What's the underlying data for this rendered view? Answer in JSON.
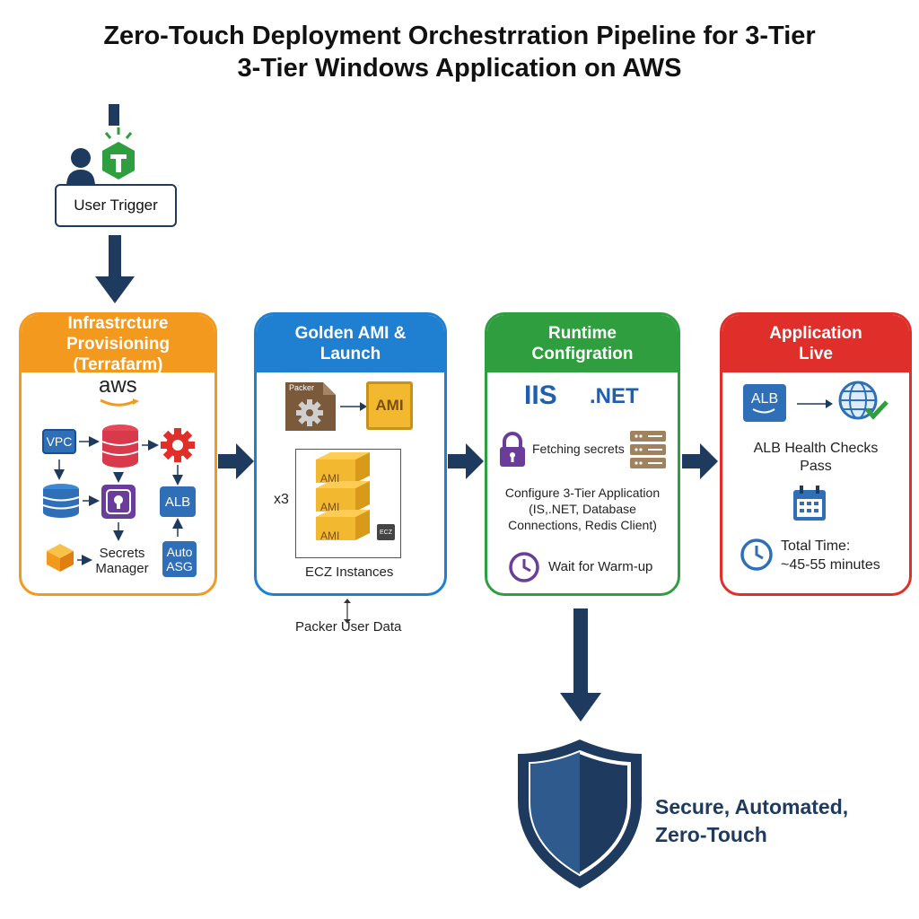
{
  "title": {
    "line1": "Zero-Touch Deployment Orchestrration Pipeline for 3-Tier",
    "line2": "3-Tier Windows Application on AWS"
  },
  "trigger": {
    "label": "User Trigger"
  },
  "stages": {
    "infra": {
      "title_line1": "Infrastrcture Provisioning",
      "title_line2": "(Terrafarm)",
      "aws_label": "aws",
      "vpc": "VPC",
      "alb": "ALB",
      "auto_asg_line1": "Auto",
      "auto_asg_line2": "ASG",
      "secrets_line1": "Secrets",
      "secrets_line2": "Manager",
      "color": "#f39a1e"
    },
    "golden": {
      "title_line1": "Golden AMI &",
      "title_line2": "Launch",
      "packer": "Packer",
      "ami": "AMI",
      "stack_ami": "AMI",
      "ecz_badge": "ECZ",
      "multiplier": "x3",
      "instances": "ECZ Instances",
      "user_data": "Packer User Data",
      "color": "#1f7fd1"
    },
    "runtime": {
      "title_line1": "Runtime",
      "title_line2": "Configration",
      "iis": "IIS",
      "net": ".NET",
      "fetching": "Fetching secrets",
      "configure_line1": "Configure 3-Tier Application",
      "configure_line2": "(IS,.NET, Database",
      "configure_line3": "Connections, Redis Client)",
      "warmup": "Wait for Warm-up",
      "color": "#2e9e3e"
    },
    "live": {
      "title_line1": "Application",
      "title_line2": "Live",
      "alb": "ALB",
      "health_line1": "ALB Health Checks",
      "health_line2": "Pass",
      "total_line1": "Total Time:",
      "total_line2": "~45-55 minutes",
      "color": "#e02f2b"
    }
  },
  "footer": {
    "line1": "Secure, Automated,",
    "line2": "Zero-Touch"
  },
  "colors": {
    "navy": "#1e3a5f",
    "blue_icon": "#2f6fb8",
    "purple": "#6a3d9a",
    "gold": "#f2b830"
  }
}
